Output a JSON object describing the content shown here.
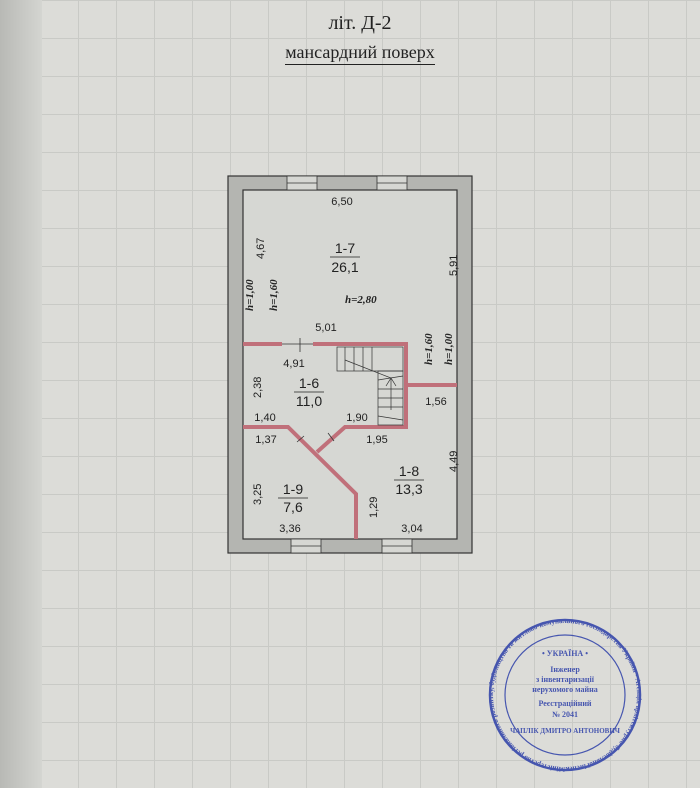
{
  "document": {
    "title": "літ. Д-2",
    "subtitle": "мансардний поверх"
  },
  "plan": {
    "rooms": [
      {
        "id": "1-7",
        "area": "26,1"
      },
      {
        "id": "1-6",
        "area": "11,0"
      },
      {
        "id": "1-8",
        "area": "13,3"
      },
      {
        "id": "1-9",
        "area": "7,6"
      }
    ],
    "dimensions": [
      "6,50",
      "4,67",
      "5,91",
      "5,01",
      "4,91",
      "2,38",
      "1,40",
      "1,90",
      "1,56",
      "1,37",
      "1,95",
      "4,49",
      "3,25",
      "1,29",
      "3,36",
      "3,04"
    ],
    "heights": [
      "h=1,00",
      "h=1,60",
      "h=2,80",
      "h=1,60",
      "h=1,00"
    ],
    "wall_color": "#c0707a"
  },
  "stamp": {
    "outer_text": "Міністерство регіонального розвитку, будівництва та житлово-комунального господарства України • Агенція архітектурно-будівельної інспекції • Кваліфікаційний сертифікат АЕ № 001",
    "top": "• УКРАЇНА •",
    "line1": "Інженер",
    "line2": "з інвентаризації",
    "line3": "нерухомого майна",
    "line4": "Реєстраційний",
    "line5": "№ 2041",
    "name": "ЧАПЛІК ДМИТРО АНТОНОВИЧ",
    "color": "#2d3fa8"
  }
}
